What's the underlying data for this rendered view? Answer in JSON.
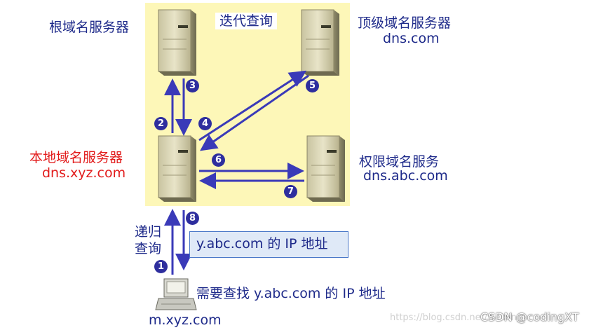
{
  "labels": {
    "root_server": "根域名服务器",
    "iterative_query": "迭代查询",
    "tld_server": "顶级域名服务器",
    "tld_domain": "dns.com",
    "local_server": "本地域名服务器",
    "local_domain": "dns.xyz.com",
    "auth_server": "权限域名服务",
    "auth_domain": "dns.abc.com",
    "recursive_query_line1": "递归",
    "recursive_query_line2": "查询",
    "answer_box": "y.abc.com 的 IP 地址",
    "host_query": "需要查找 y.abc.com 的 IP 地址",
    "host_domain": "m.xyz.com"
  },
  "steps": [
    "1",
    "2",
    "3",
    "4",
    "5",
    "6",
    "7",
    "8"
  ],
  "watermark": {
    "url": "https://blog.csdn.net/weixin_",
    "brand": "CSDN @codingXT"
  },
  "colors": {
    "highlight": "#fdf7b8",
    "arrow": "#3a3ab8",
    "badge": "#2e2e9e",
    "red_label": "#e21b1b"
  }
}
